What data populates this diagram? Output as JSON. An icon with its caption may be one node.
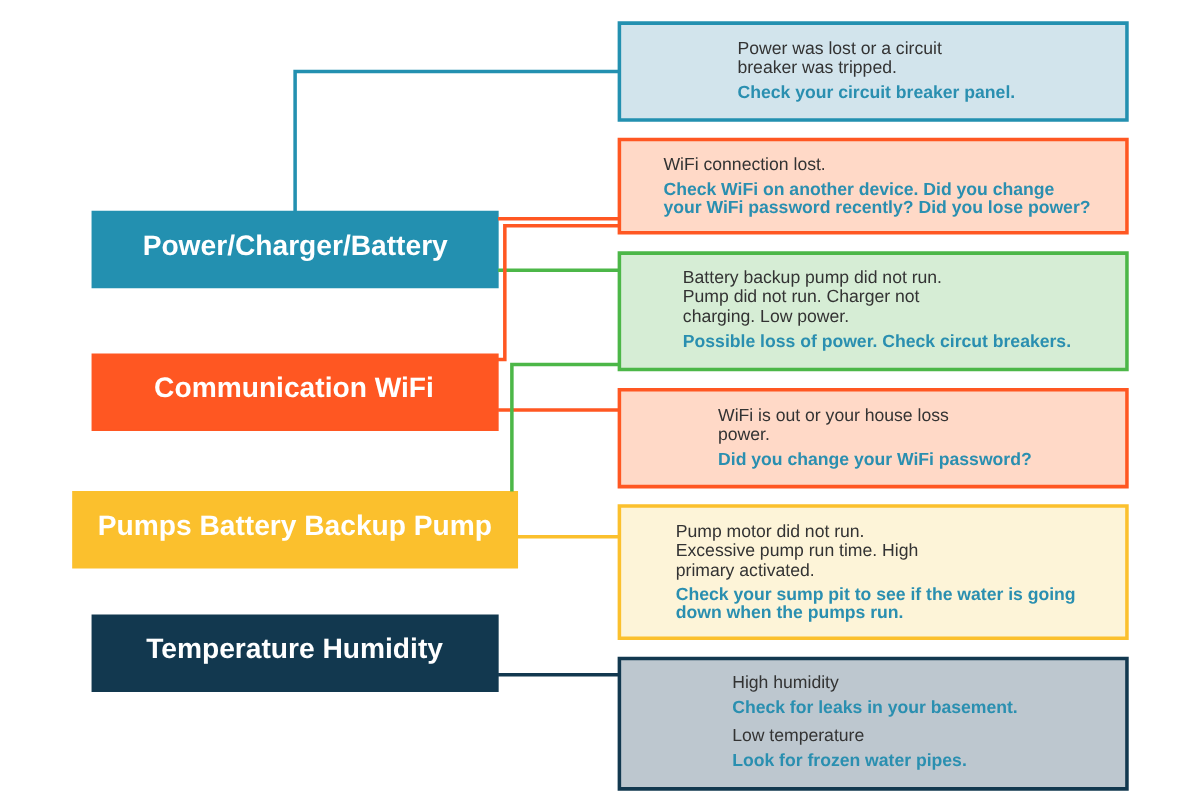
{
  "diagram": {
    "nodes": [
      {
        "text": [
          "Power/Charger/Battery"
        ]
      },
      {
        "text": [
          "Communication WiFi"
        ]
      },
      {
        "text": [
          "Pumps Battery Backup Pump"
        ]
      },
      {
        "text": [
          "Temperature Humidity"
        ]
      },
      {
        "text": [
          "Power was lost or a circuit breaker was tripped.",
          "Check your circuit breaker panel."
        ]
      },
      {
        "text": [
          "WiFi connection lost.",
          "Check WiFi on another device. Did you change your WiFi password recently? Did you lose power?"
        ]
      },
      {
        "text": [
          "Battery backup pump did not run. Pump did not run. Charger not charging. Low power.",
          "Possible loss of power. Check circut breakers."
        ]
      },
      {
        "text": [
          "WiFi is out or your house loss power.",
          "Did you change your WiFi password?"
        ]
      },
      {
        "text": [
          "Pump motor did not run. Excessive pump run time. High primary activated.",
          "Check your sump pit to see if the water is going down when the pumps run."
        ]
      },
      {
        "text": [
          "High humidity",
          "Check for leaks in your basement.",
          "Low temperature",
          "Look for frozen water pipes."
        ]
      }
    ],
    "edges": [
      {
        "from": 0,
        "to": 4,
        "arrow": "none",
        "color": "#2390b0"
      },
      {
        "from": 0,
        "to": 6,
        "arrow": "none",
        "color": "#4cb748"
      },
      {
        "from": 0,
        "to": 5,
        "arrow": "none",
        "color": "#ff5722"
      },
      {
        "from": 1,
        "to": 5,
        "arrow": "none",
        "color": "#ff5722"
      },
      {
        "from": 1,
        "to": 7,
        "arrow": "none",
        "color": "#ff5722"
      },
      {
        "from": 2,
        "to": 6,
        "arrow": "none",
        "color": "#4cb748"
      },
      {
        "from": 2,
        "to": 8,
        "arrow": "none",
        "color": "#fbc02d"
      },
      {
        "from": 3,
        "to": 9,
        "arrow": "none",
        "color": "#12384f"
      }
    ]
  }
}
